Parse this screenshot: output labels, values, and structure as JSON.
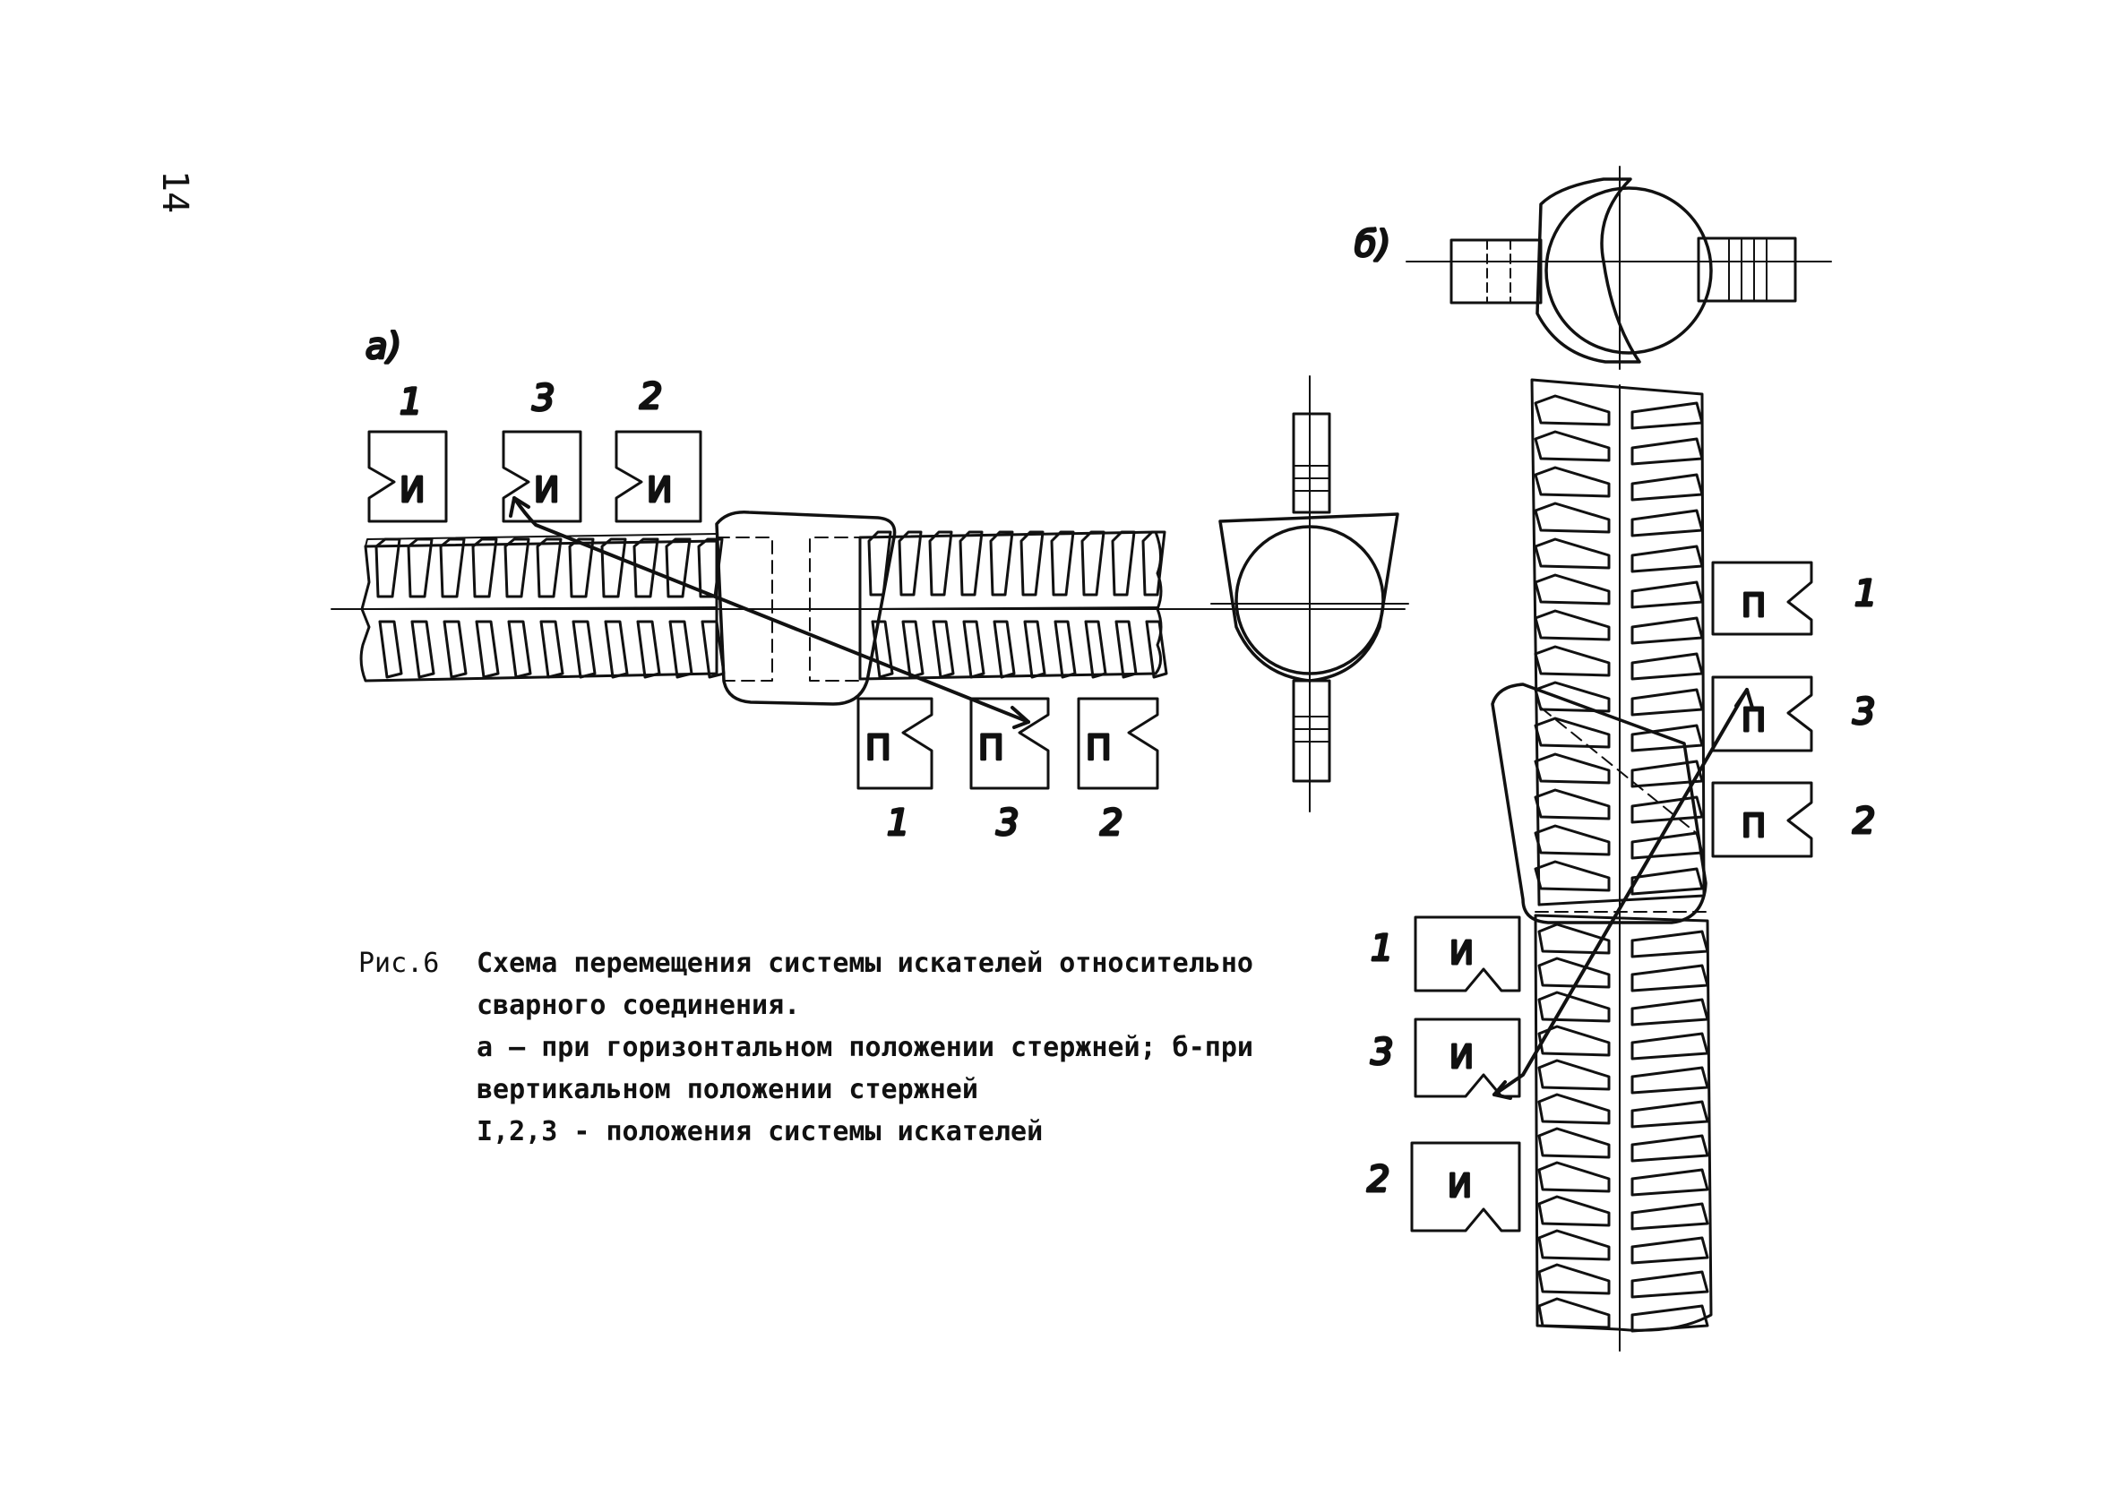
{
  "page_number": "14",
  "panel_a": {
    "label": "а)",
    "searcher_numbers": [
      "1",
      "3",
      "2"
    ],
    "receiver_numbers": [
      "1",
      "3",
      "2"
    ],
    "searcher_letter": "И",
    "receiver_letter": "П"
  },
  "panel_b": {
    "label": "б)",
    "receiver_numbers": [
      "1",
      "3",
      "2"
    ],
    "searcher_numbers": [
      "1",
      "3",
      "2"
    ],
    "searcher_letter": "И",
    "receiver_letter": "П"
  },
  "caption": {
    "figure_label": "Рис.6",
    "lines": [
      "Схема перемещения системы искателей относительно",
      "сварного соединения.",
      "а – при горизонтальном положении стержней; б-при",
      "вертикальном  положении стержней",
      "I,2,3 - положения системы искателей"
    ]
  }
}
